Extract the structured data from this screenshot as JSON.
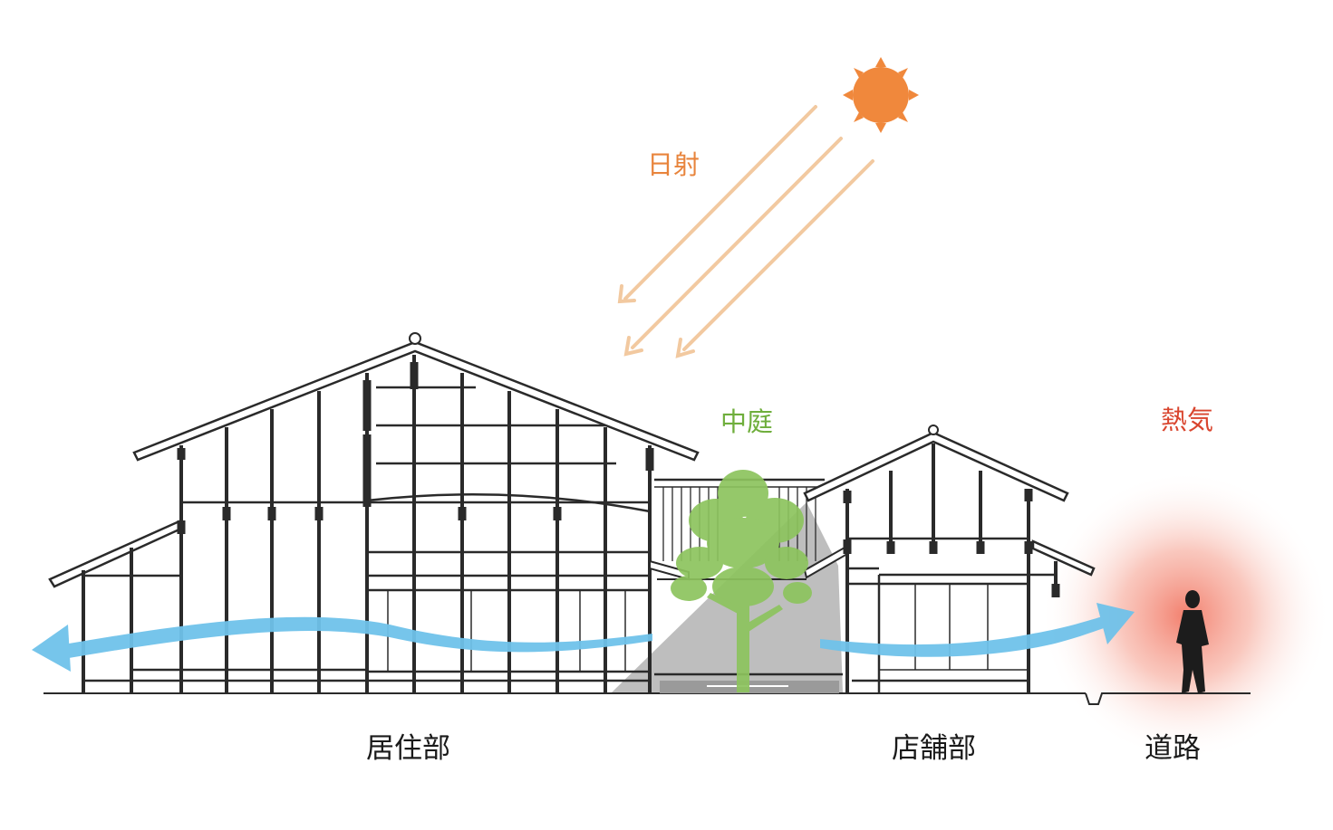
{
  "labels": {
    "sunlight": "日射",
    "courtyard": "中庭",
    "heat": "熱気",
    "residence": "居住部",
    "shop": "店舗部",
    "street": "道路"
  },
  "colors": {
    "sun": "#f0883c",
    "sunRay": "#f2c9a0",
    "sunlightText": "#e8843c",
    "courtyardText": "#6fae3c",
    "heatText": "#d9452e",
    "heatGlow": "#f28a78",
    "wind": "#6fc2ea",
    "tree": "#8dc45e",
    "shadow": "#b3b3b3",
    "structure": "#2a2a2a"
  },
  "icons": {
    "sun": "sun-icon",
    "tree": "tree-icon",
    "person": "person-icon",
    "wind": "wind-arrow-icon",
    "rays": "sun-ray-arrow-icon"
  }
}
